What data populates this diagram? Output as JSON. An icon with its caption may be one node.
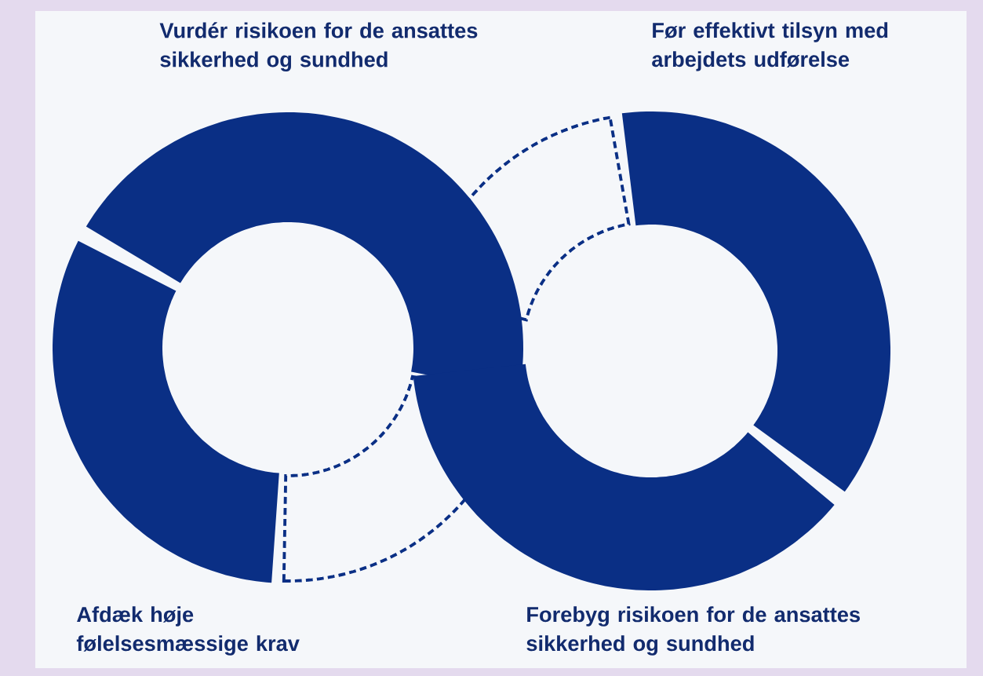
{
  "diagram": {
    "labels": [
      "Vurdér risikoen for de ansattes sikkerhed og sundhed",
      "Før effektivt tilsyn med arbejdets udførelse",
      "Afdæk høje følelsesmæssige krav",
      "Forebyg risikoen for de ansattes sikkerhed og sundhed"
    ]
  }
}
